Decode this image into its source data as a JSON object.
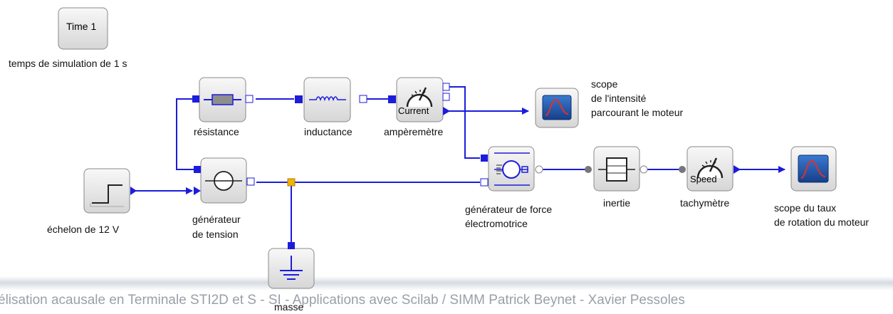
{
  "blocks": {
    "time": {
      "text": "Time 1",
      "label": "temps de simulation de 1 s"
    },
    "resistance": {
      "label": "résistance"
    },
    "inductance": {
      "label": "inductance"
    },
    "ammeter": {
      "text": "Current",
      "label": "ampèremètre"
    },
    "scope_current": {
      "label": [
        "scope",
        "de l'intensité",
        "parcourant le moteur"
      ]
    },
    "step": {
      "label": "échelon de 12 V"
    },
    "voltage_generator": {
      "label": [
        "générateur",
        "de tension"
      ]
    },
    "emf_generator": {
      "label": [
        "générateur de force",
        "électromotrice"
      ]
    },
    "inertia": {
      "label": "inertie"
    },
    "tachometer": {
      "text": "Speed",
      "label": "tachymètre"
    },
    "scope_speed": {
      "label": [
        "scope du taux",
        "de rotation du moteur"
      ]
    },
    "ground": {
      "label": "masse"
    }
  },
  "footer": {
    "text": "élisation acausale en Terminale STI2D et S - SI - Applications avec Scilab / SIMM Patrick Beynet - Xavier Pessoles"
  },
  "colors": {
    "link": "#1c1cdc",
    "port": "#1c1cdc",
    "split": "#f0b400",
    "scope_blue": "#1f56b0",
    "scope_red": "#e0302a"
  }
}
